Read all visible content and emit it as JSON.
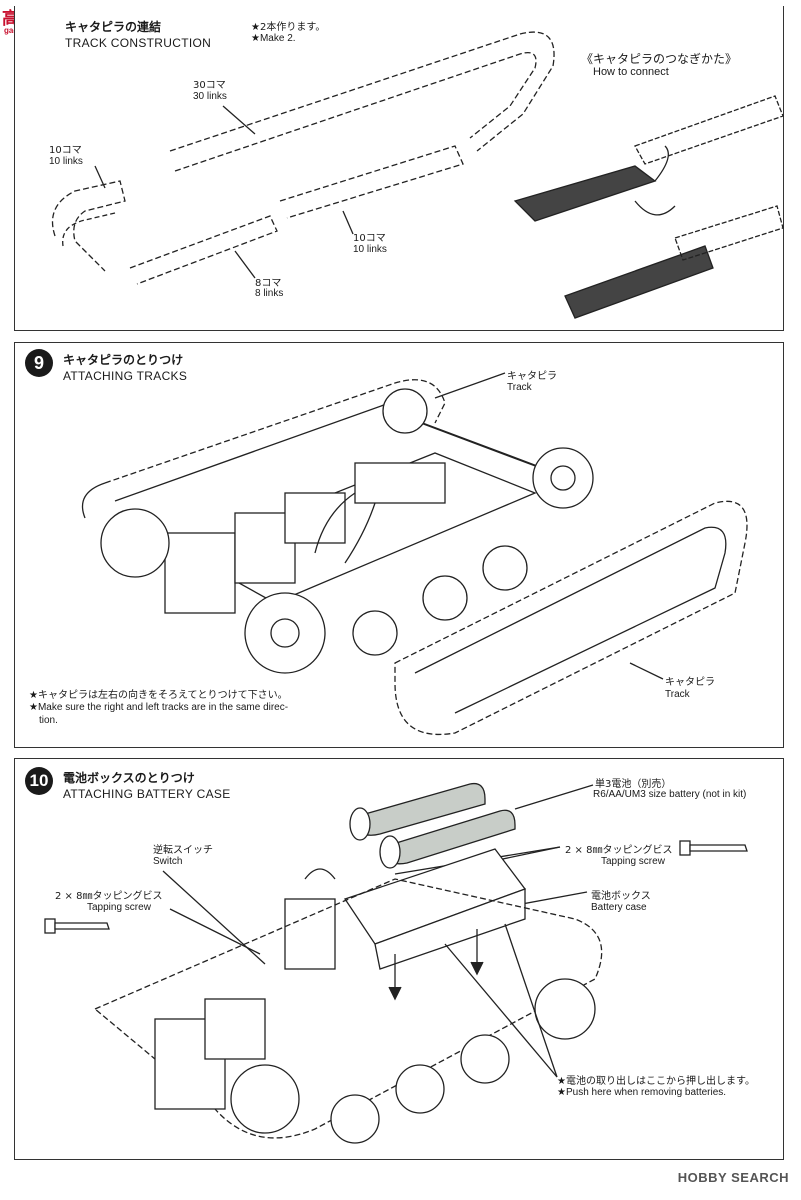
{
  "watermark": {
    "site_cn": "高手网",
    "site_url": "gaoshou.com"
  },
  "step8": {
    "title_jp": "キャタピラの連結",
    "title_en": "TRACK CONSTRUCTION",
    "note_jp": "★2本作ります。",
    "note_en": "★Make 2.",
    "link30_jp": "30コマ",
    "link30_en": "30 links",
    "link10a_jp": "10コマ",
    "link10a_en": "10 links",
    "link10b_jp": "10コマ",
    "link10b_en": "10 links",
    "link8_jp": "8コマ",
    "link8_en": "8 links",
    "connect_jp": "《キャタピラのつなぎかた》",
    "connect_en": "How to connect"
  },
  "step9": {
    "number": "9",
    "title_jp": "キャタピラのとりつけ",
    "title_en": "ATTACHING TRACKS",
    "track1_jp": "キャタピラ",
    "track1_en": "Track",
    "track2_jp": "キャタピラ",
    "track2_en": "Track",
    "note_jp": "★キャタピラは左右の向きをそろえてとりつけて下さい。",
    "note_en_1": "★Make sure the right and left tracks are in the same direc-",
    "note_en_2": "tion."
  },
  "step10": {
    "number": "10",
    "title_jp": "電池ボックスのとりつけ",
    "title_en": "ATTACHING BATTERY CASE",
    "battery_jp": "単3電池（別売）",
    "battery_en": "R6/AA/UM3 size battery (not in kit)",
    "screw_right_jp": "2 × 8㎜タッピングビス",
    "screw_right_en": "Tapping screw",
    "switch_jp": "逆転スイッチ",
    "switch_en": "Switch",
    "screw_left_jp": "2 × 8㎜タッピングビス",
    "screw_left_en": "Tapping screw",
    "case_jp": "電池ボックス",
    "case_en": "Battery case",
    "push_jp": "★電池の取り出しはここから押し出します。",
    "push_en": "★Push here when removing batteries."
  },
  "footer": {
    "brand": "HOBBY SEARCH"
  }
}
